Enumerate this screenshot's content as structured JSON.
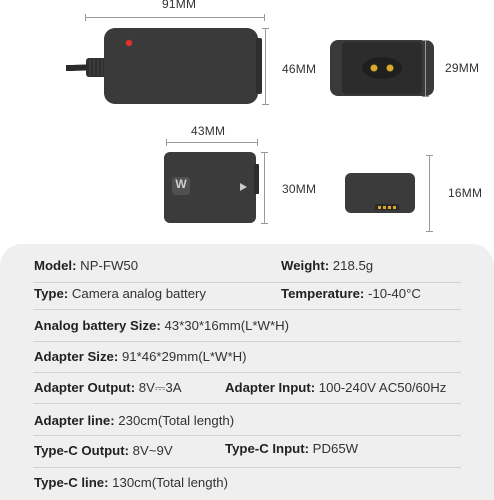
{
  "dimensions": {
    "adapter_width": "91MM",
    "adapter_height": "46MM",
    "adapter_depth": "29MM",
    "battery_width": "43MM",
    "battery_height": "30MM",
    "battery_depth": "16MM"
  },
  "battery_logo": "W",
  "specs": {
    "model": {
      "label": "Model:",
      "value": "NP-FW50"
    },
    "weight": {
      "label": "Weight:",
      "value": "218.5g"
    },
    "type": {
      "label": "Type:",
      "value": "Camera analog battery"
    },
    "temperature": {
      "label": "Temperature:",
      "value": "-10-40°C"
    },
    "battery_size": {
      "label": "Analog battery Size:",
      "value": "43*30*16mm(L*W*H)"
    },
    "adapter_size": {
      "label": "Adapter Size:",
      "value": "91*46*29mm(L*W*H)"
    },
    "adapter_output": {
      "label": "Adapter Output:",
      "value": "8V⎓3A"
    },
    "adapter_input": {
      "label": "Adapter Input:",
      "value": "100-240V AC50/60Hz"
    },
    "adapter_line": {
      "label": "Adapter line:",
      "value": "230cm(Total length)"
    },
    "typec_output": {
      "label": "Type-C Output:",
      "value": "8V~9V"
    },
    "typec_input": {
      "label": "Type-C Input:",
      "value": "PD65W"
    },
    "typec_line": {
      "label": "Type-C line:",
      "value": "130cm(Total length)"
    }
  }
}
